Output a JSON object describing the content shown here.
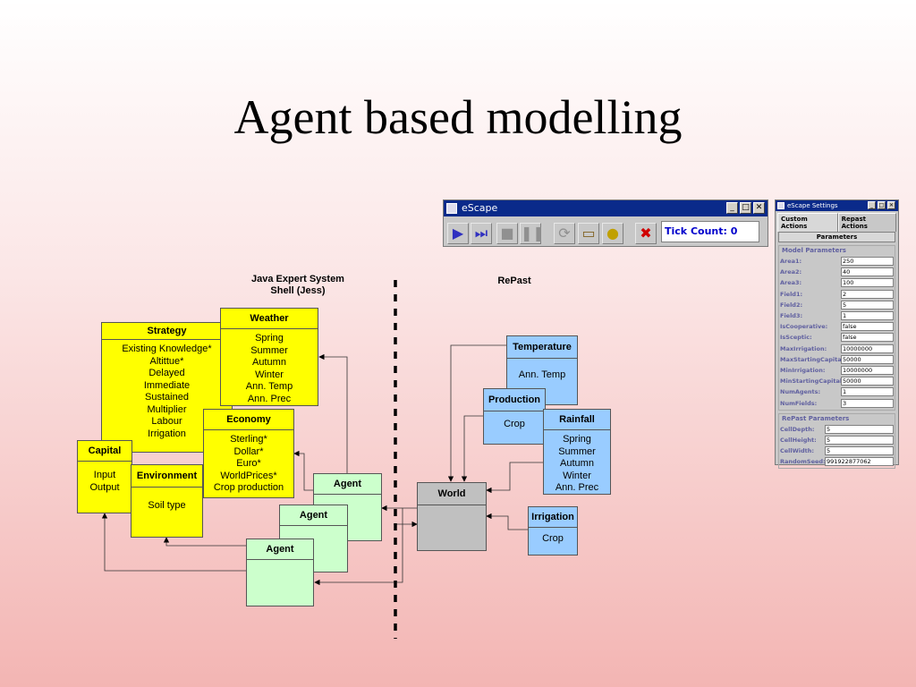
{
  "slide": {
    "title": "Agent based modelling"
  },
  "captions": {
    "jess": "Java Expert System\nShell (Jess)",
    "repast": "RePast"
  },
  "jess_boxes": {
    "strategy": {
      "title": "Strategy",
      "body": "Existing Knowledge*\nAltittue*\nDelayed\nImmediate\nSustained\nMultiplier\nLabour\nIrrigation"
    },
    "weather": {
      "title": "Weather",
      "body": "Spring\nSummer\nAutumn\nWinter\nAnn. Temp\nAnn. Prec"
    },
    "economy": {
      "title": "Economy",
      "body": "Sterling*\nDollar*\nEuro*\nWorldPrices*\nCrop production"
    },
    "capital": {
      "title": "Capital",
      "body": "Input\nOutput"
    },
    "environment": {
      "title": "Environment",
      "body": "Soil type"
    }
  },
  "agents": [
    {
      "title": "Agent"
    },
    {
      "title": "Agent"
    },
    {
      "title": "Agent"
    }
  ],
  "repast_boxes": {
    "temperature": {
      "title": "Temperature",
      "body": "Ann. Temp"
    },
    "production": {
      "title": "Production",
      "body": "Crop"
    },
    "rainfall": {
      "title": "Rainfall",
      "body": "Spring\nSummer\nAutumn\nWinter\nAnn. Prec"
    },
    "world": {
      "title": "World"
    },
    "irrigation": {
      "title": "Irrigation",
      "body": "Crop"
    }
  },
  "escape_window": {
    "title": "eScape",
    "tick_count": "Tick Count: 0",
    "tool_icons": [
      "play-icon",
      "step-icon",
      "stop-icon",
      "pause-icon",
      "refresh-icon",
      "open-folder-icon",
      "lightbulb-icon",
      "exit-icon"
    ]
  },
  "settings_window": {
    "title": "eScape Settings",
    "tabs": [
      "Custom Actions",
      "Repast Actions"
    ],
    "sub_tab": "Parameters",
    "model_group": "Model Parameters",
    "model_params": [
      {
        "label": "Area1:",
        "value": "250"
      },
      {
        "label": "Area2:",
        "value": "40"
      },
      {
        "label": "Area3:",
        "value": "100"
      },
      {
        "label": "Field1:",
        "value": "2"
      },
      {
        "label": "Field2:",
        "value": "5"
      },
      {
        "label": "Field3:",
        "value": "1"
      },
      {
        "label": "IsCooperative:",
        "value": "false"
      },
      {
        "label": "IsSceptic:",
        "value": "false"
      },
      {
        "label": "MaxIrrigation:",
        "value": "10000000"
      },
      {
        "label": "MaxStartingCapital:",
        "value": "50000"
      },
      {
        "label": "MinIrrigation:",
        "value": "10000000"
      },
      {
        "label": "MinStartingCapital:",
        "value": "50000"
      },
      {
        "label": "NumAgents:",
        "value": "1"
      },
      {
        "label": "NumFields:",
        "value": "3"
      }
    ],
    "repast_group": "RePast Parameters",
    "repast_params": [
      {
        "label": "CellDepth:",
        "value": "5"
      },
      {
        "label": "CellHeight:",
        "value": "5"
      },
      {
        "label": "CellWidth:",
        "value": "5"
      },
      {
        "label": "RandomSeed:",
        "value": "991922877062"
      }
    ]
  }
}
